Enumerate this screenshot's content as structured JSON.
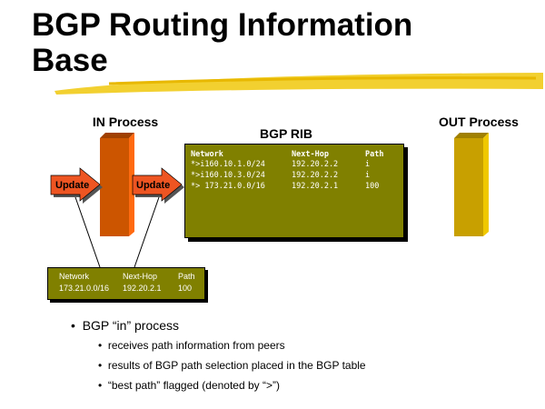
{
  "title": [
    "BGP Routing Information",
    "Base"
  ],
  "in_process": "IN Process",
  "out_process": "OUT Process",
  "rib_label": "BGP RIB",
  "update_label": "Update",
  "rib": {
    "headers": [
      "Network",
      "Next-Hop",
      "Path"
    ],
    "rows": [
      [
        "*>i160.10.1.0/24",
        "192.20.2.2",
        "i"
      ],
      [
        "*>i160.10.3.0/24",
        "192.20.2.2",
        "i"
      ],
      [
        "*> 173.21.0.0/16",
        "192.20.2.1",
        "100"
      ]
    ]
  },
  "update_table": {
    "headers": [
      "Network",
      "Next-Hop",
      "Path"
    ],
    "row": [
      "173.21.0.0/16",
      "192.20.2.1",
      "100"
    ]
  },
  "bullets": {
    "main": "BGP “in” process",
    "subs": [
      "receives path information from peers",
      "results of BGP path selection placed in the BGP table",
      "“best path” flagged (denoted by “>”)"
    ]
  },
  "colors": {
    "olive": "#808000",
    "in_bar": "#cc5500",
    "out_bar": "#c8a000",
    "arrow": "#ee5522"
  }
}
